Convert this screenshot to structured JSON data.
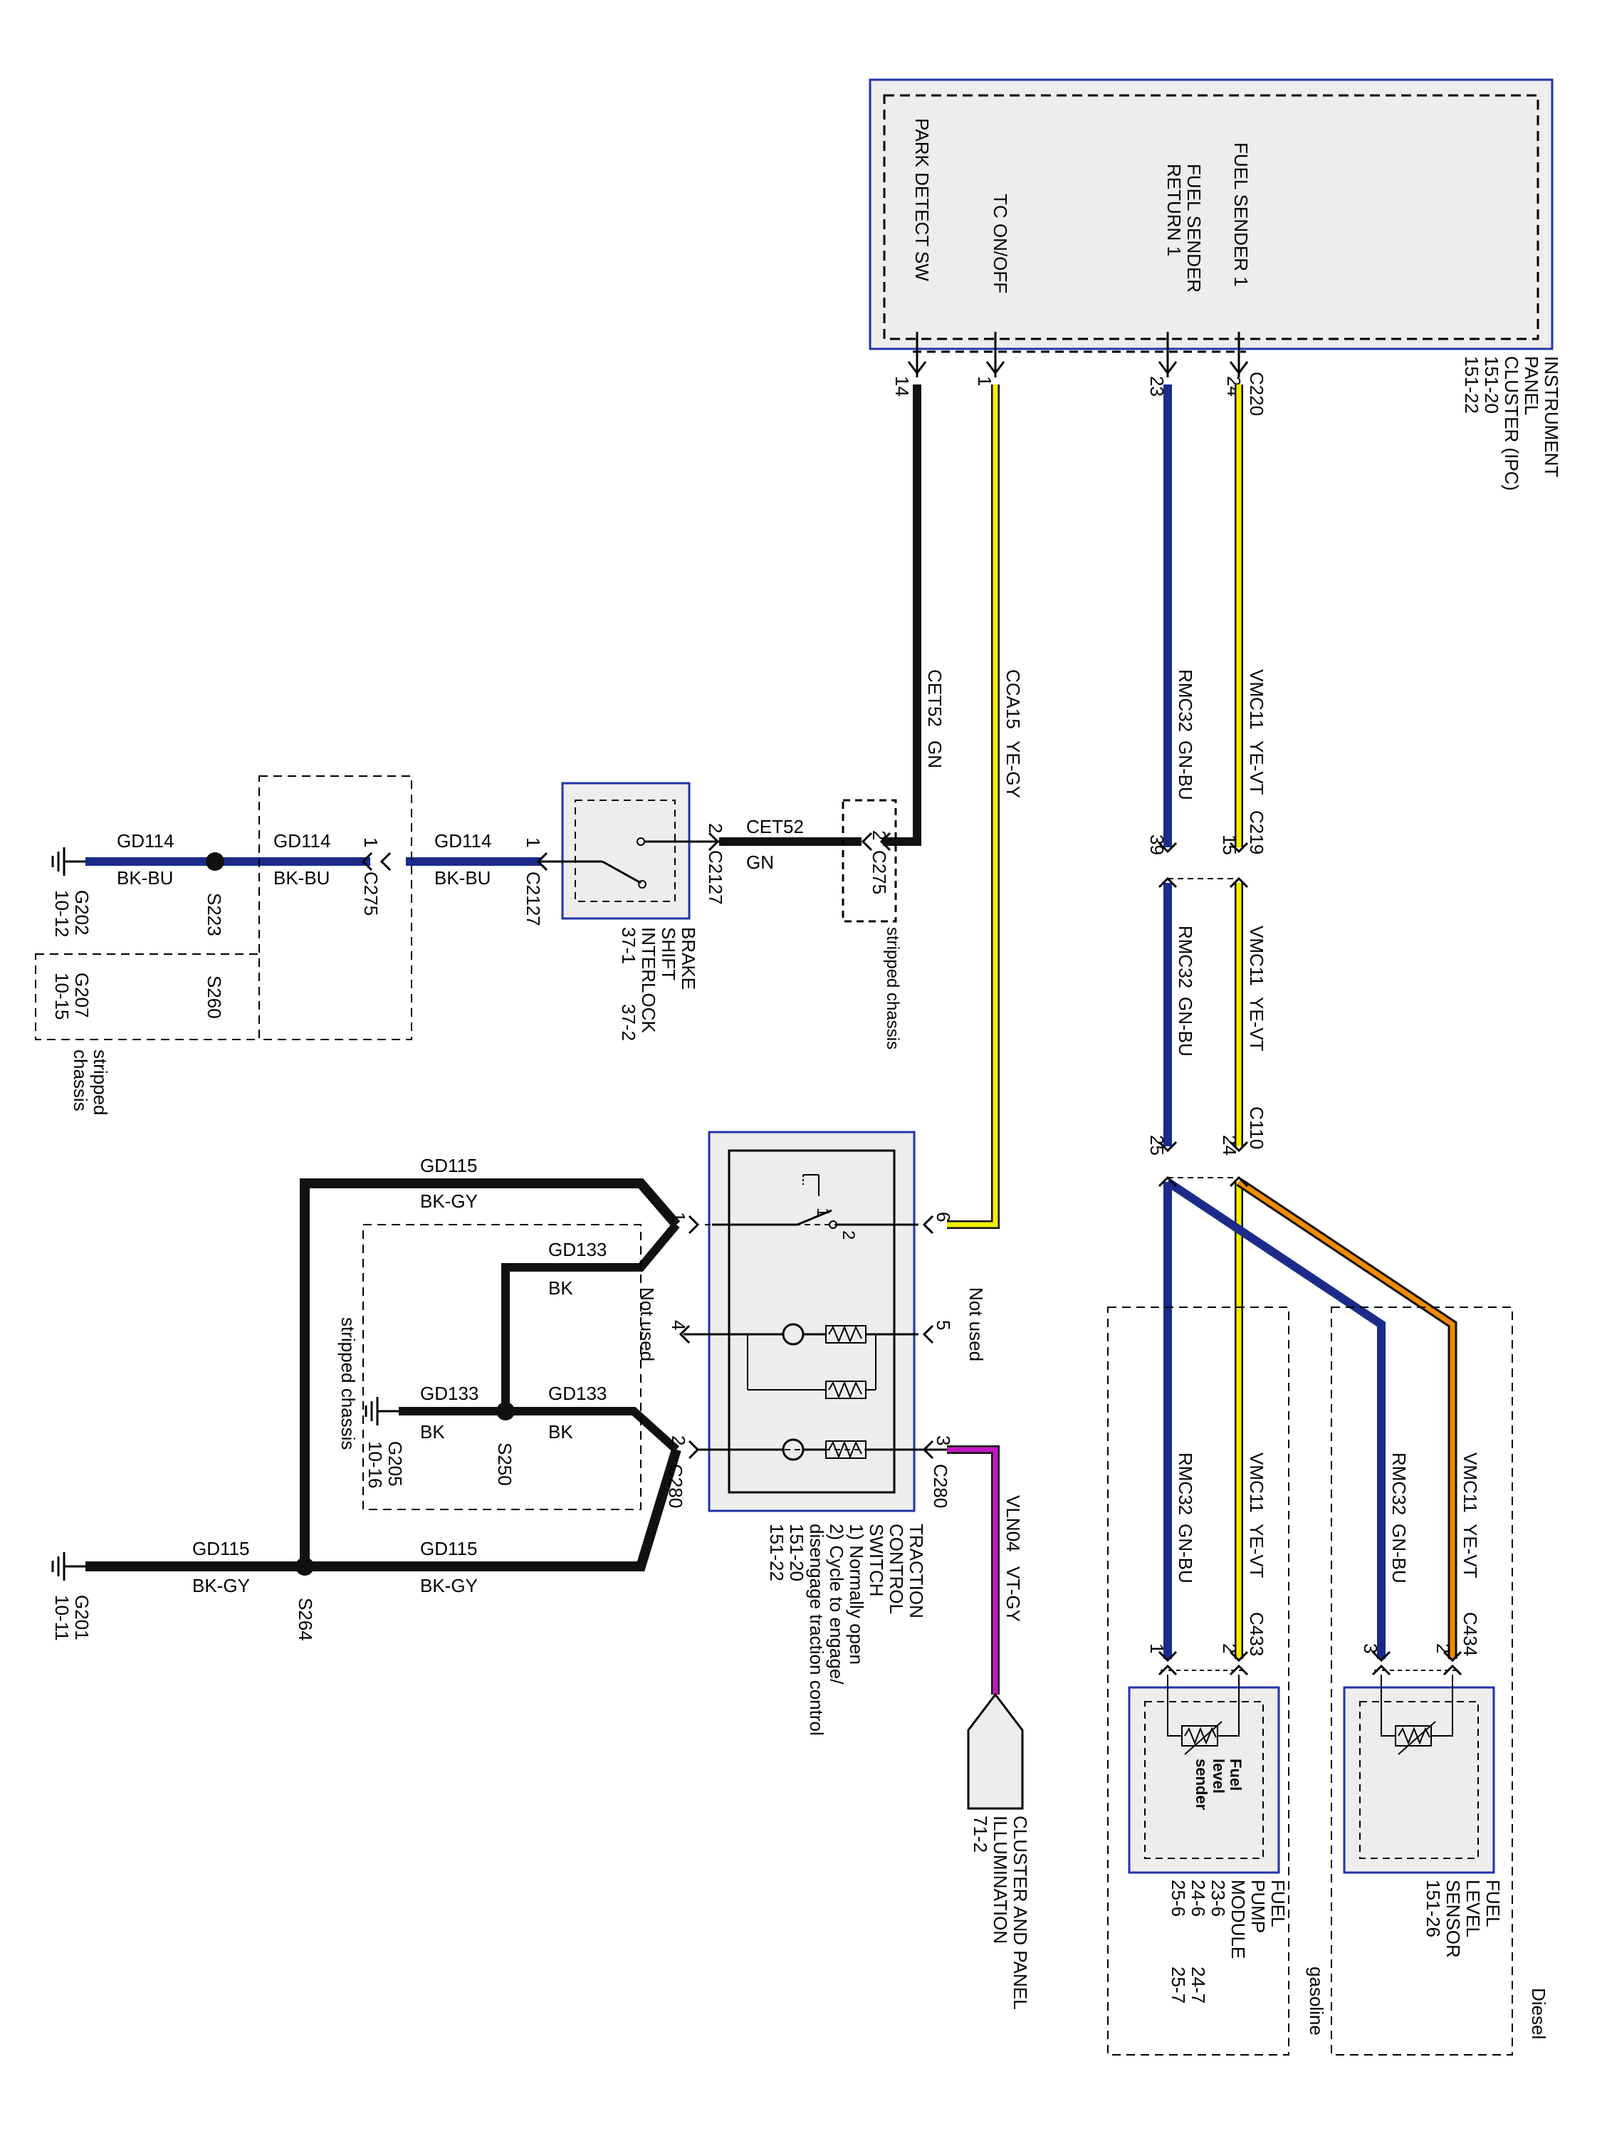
{
  "colors": {
    "wire_black": "#111111",
    "wire_yellow": "#f2ee00",
    "wire_blue": "#1a2b8a",
    "wire_orange": "#f08a00",
    "wire_violet": "#c21ac2",
    "module_border": "#2233aa",
    "module_fill": "#ededed"
  },
  "ipc": {
    "title_lines": [
      "INSTRUMENT",
      "PANEL",
      "CLUSTER  (IPC)",
      "151-20",
      "151-22"
    ],
    "pins": [
      {
        "label": "FUEL SENDER 1",
        "pin": "24"
      },
      {
        "label_lines": [
          "FUEL SENDER",
          "RETURN 1"
        ],
        "pin": "23"
      },
      {
        "label": "TC ON/OFF",
        "pin": "1"
      },
      {
        "label": "PARK DETECT SW",
        "pin": "14"
      }
    ],
    "connector": "C220"
  },
  "wires": {
    "vmc11": {
      "circuit": "VMC11",
      "color": "YE-VT"
    },
    "rmc32": {
      "circuit": "RMC32",
      "color": "GN-BU"
    },
    "cca15": {
      "circuit": "CCA15",
      "color": "YE-GY"
    },
    "cet52": {
      "circuit": "CET52",
      "color": "GN"
    },
    "gd114": {
      "circuit": "GD114",
      "color": "BK-BU"
    },
    "gd115": {
      "circuit": "GD115",
      "color": "BK-GY"
    },
    "gd133": {
      "circuit": "GD133",
      "color": "BK"
    },
    "vln04": {
      "circuit": "VLN04",
      "color": "VT-GY"
    }
  },
  "connectors": {
    "c219": {
      "name": "C219",
      "pin_a": "15",
      "pin_b": "39"
    },
    "c110": {
      "name": "C110",
      "pin_a": "24",
      "pin_b": "25"
    },
    "c275": {
      "name": "C275",
      "pin": "2",
      "note": "stripped chassis"
    },
    "c2127": {
      "name": "C2127",
      "pin_in": "2",
      "pin_out": "1"
    },
    "c275b": {
      "name": "C275",
      "pin": "1"
    },
    "c280a": {
      "name": "C280",
      "pin": "3"
    },
    "c280b": {
      "name": "C280",
      "pin": "2"
    },
    "c433": {
      "name": "C433",
      "pin_a": "2",
      "pin_b": "1"
    },
    "c434": {
      "name": "C434",
      "pin_a": "2",
      "pin_b": "3"
    }
  },
  "splices": {
    "s223": "S223",
    "s260": "S260",
    "s250": "S250",
    "s264": "S264"
  },
  "grounds": {
    "g202": {
      "name": "G202",
      "ref": "10-12"
    },
    "g207": {
      "name": "G207",
      "ref": "10-15",
      "note_lines": [
        "stripped",
        "chassis"
      ]
    },
    "g205": {
      "name": "G205",
      "ref": "10-16",
      "note": "stripped chassis"
    },
    "g201": {
      "name": "G201",
      "ref": "10-11"
    }
  },
  "brake_shift_interlock": {
    "lines": [
      "BRAKE",
      "SHIFT",
      "INTERLOCK"
    ],
    "refs": [
      "37-1",
      "37-2"
    ]
  },
  "traction_control_switch": {
    "title_lines": [
      "TRACTION",
      "CONTROL",
      "SWITCH"
    ],
    "notes": [
      "1) Normally open",
      "2) Cycle to engage/",
      "disengage traction control"
    ],
    "refs": [
      "151-20",
      "151-22"
    ],
    "pins": {
      "p6": "6",
      "p5": "5",
      "p3": "3",
      "p1": "1",
      "p4": "4",
      "p2": "2"
    },
    "not_used": "Not used",
    "sw_marks": [
      "1",
      "2"
    ]
  },
  "cluster_illumination": {
    "lines": [
      "CLUSTER AND PANEL",
      "ILLUMINATION"
    ],
    "ref": "71-2"
  },
  "fuel_pump_module": {
    "lines": [
      "FUEL",
      "PUMP",
      "MODULE"
    ],
    "refs": [
      "23-6",
      "24-6",
      "25-6",
      "24-7",
      "25-7"
    ],
    "sender_lines": [
      "Fuel",
      "level",
      "sender"
    ],
    "variant": "gasoline"
  },
  "fuel_level_sensor": {
    "lines": [
      "FUEL",
      "LEVEL",
      "SENSOR"
    ],
    "ref": "151-26",
    "variant": "Diesel"
  }
}
